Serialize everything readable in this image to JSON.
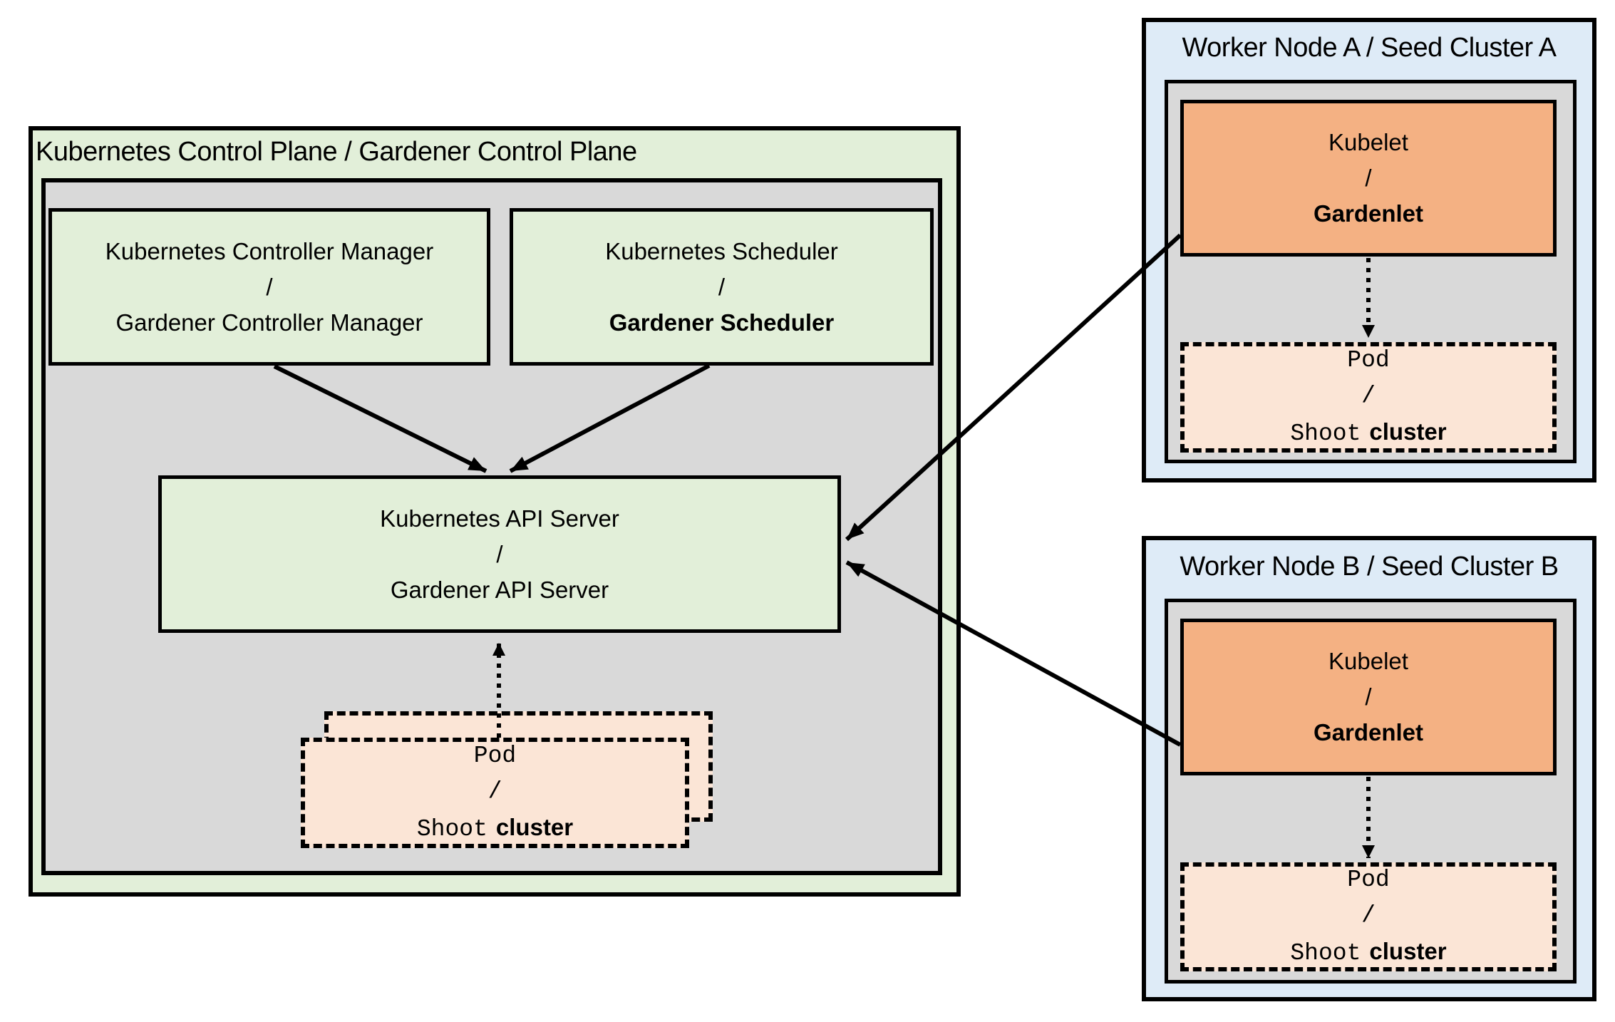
{
  "control_plane": {
    "title": "Kubernetes Control Plane / Gardener Control Plane",
    "controller_manager": {
      "line1": "Kubernetes Controller Manager",
      "separator": "/",
      "line2": "Gardener Controller Manager"
    },
    "scheduler": {
      "line1": "Kubernetes Scheduler",
      "separator": "/",
      "line2": "Gardener Scheduler"
    },
    "api_server": {
      "line1": "Kubernetes API Server",
      "separator": "/",
      "line2": "Gardener API Server"
    },
    "pod_stack": {
      "line1": "Pod",
      "separator": "/",
      "line2_mono": "Shoot",
      "line2_bold": "cluster"
    }
  },
  "worker_node_a": {
    "title": "Worker Node A / Seed Cluster A",
    "kubelet": {
      "line1": "Kubelet",
      "separator": "/",
      "line2": "Gardenlet"
    },
    "pod": {
      "line1": "Pod",
      "separator": "/",
      "line2_mono": "Shoot",
      "line2_bold": "cluster"
    }
  },
  "worker_node_b": {
    "title": "Worker Node B / Seed Cluster B",
    "kubelet": {
      "line1": "Kubelet",
      "separator": "/",
      "line2": "Gardenlet"
    },
    "pod": {
      "line1": "Pod",
      "separator": "/",
      "line2_mono": "Shoot",
      "line2_bold": "cluster"
    }
  },
  "colors": {
    "control_plane_green": "#E2EFD9",
    "worker_node_blue": "#DEEBF7",
    "inner_panel_gray": "#D9D9D9",
    "component_green": "#E2EFD9",
    "kubelet_orange": "#F4B183",
    "pod_peach": "#FBE5D6",
    "border_and_text": "#000000"
  }
}
